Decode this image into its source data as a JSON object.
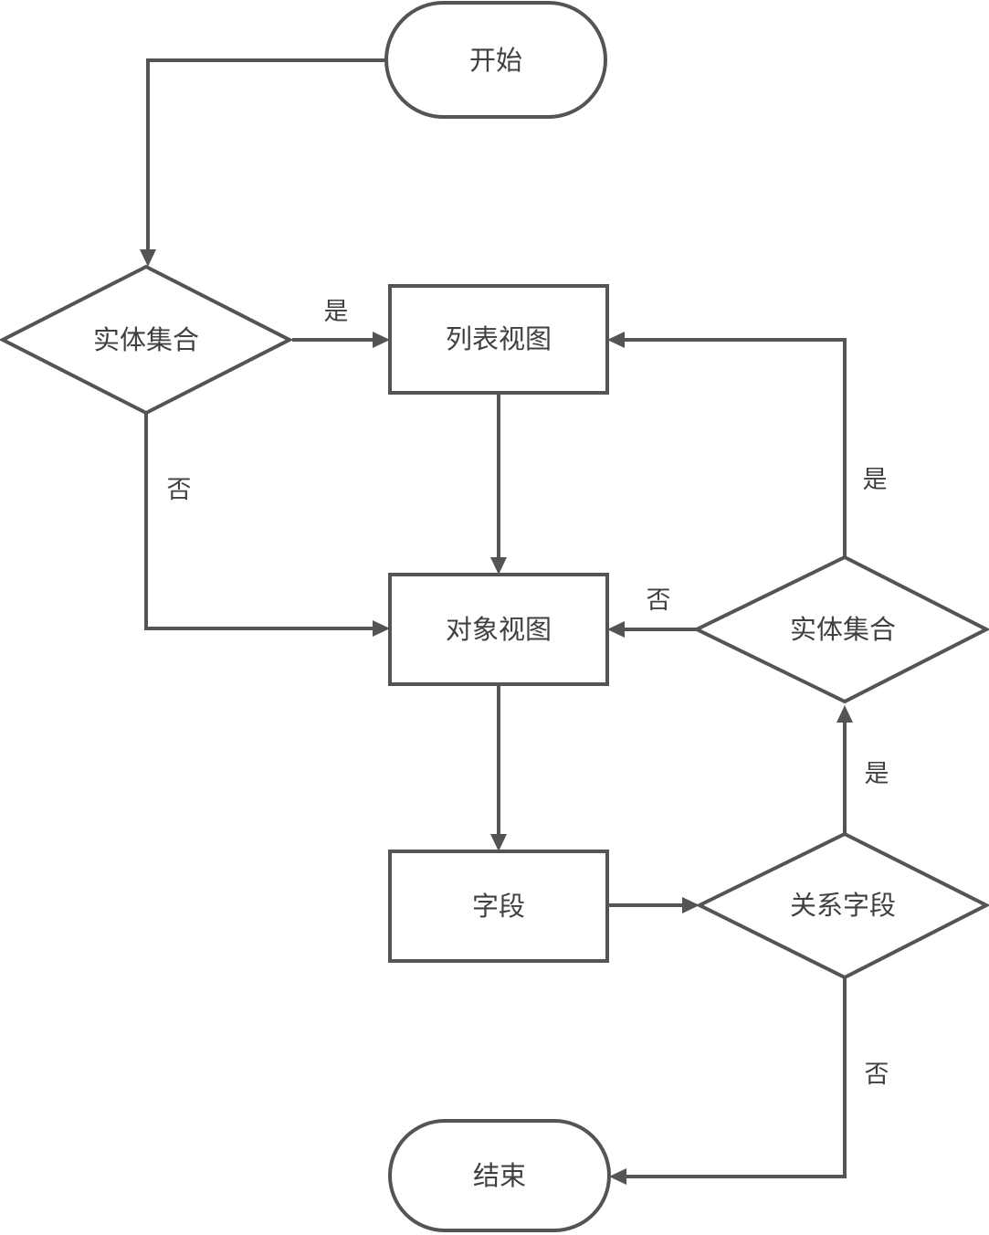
{
  "diagram": {
    "type": "flowchart",
    "background_color": "#ffffff",
    "stroke_color": "#545454",
    "text_color": "#404040",
    "nodes": {
      "start": {
        "label": "开始",
        "shape": "terminator"
      },
      "entity_set_left": {
        "label": "实体集合",
        "shape": "decision"
      },
      "list_view": {
        "label": "列表视图",
        "shape": "process"
      },
      "object_view": {
        "label": "对象视图",
        "shape": "process"
      },
      "entity_set_right": {
        "label": "实体集合",
        "shape": "decision"
      },
      "field": {
        "label": "字段",
        "shape": "process"
      },
      "relation_field": {
        "label": "关系字段",
        "shape": "decision"
      },
      "end": {
        "label": "结束",
        "shape": "terminator"
      }
    },
    "edges": [
      {
        "from": "start",
        "to": "entity_set_left",
        "label": ""
      },
      {
        "from": "entity_set_left",
        "to": "list_view",
        "label": "是"
      },
      {
        "from": "entity_set_left",
        "to": "object_view",
        "label": "否"
      },
      {
        "from": "list_view",
        "to": "object_view",
        "label": ""
      },
      {
        "from": "entity_set_right",
        "to": "list_view",
        "label": "是"
      },
      {
        "from": "entity_set_right",
        "to": "object_view",
        "label": "否"
      },
      {
        "from": "object_view",
        "to": "field",
        "label": ""
      },
      {
        "from": "field",
        "to": "relation_field",
        "label": ""
      },
      {
        "from": "relation_field",
        "to": "entity_set_right",
        "label": "是"
      },
      {
        "from": "relation_field",
        "to": "end",
        "label": "否"
      }
    ]
  }
}
